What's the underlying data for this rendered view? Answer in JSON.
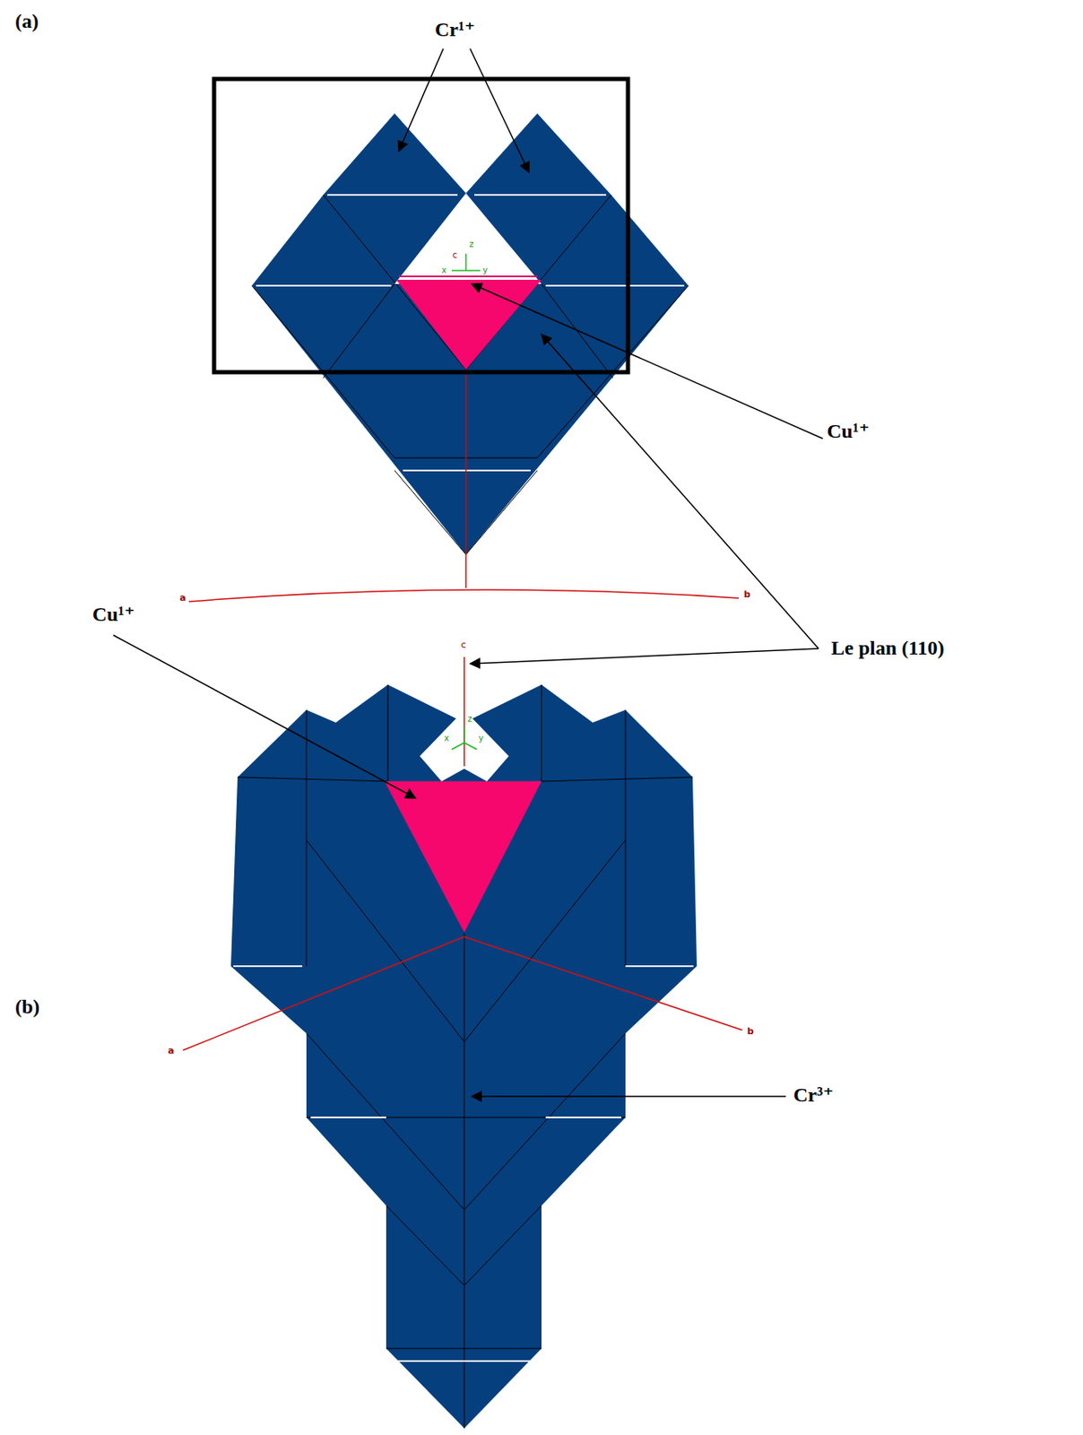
{
  "diagram": {
    "labels": [
      "(a)",
      "Cr¹⁺",
      "z",
      "x",
      "c",
      "y",
      "Cu¹⁺",
      "a",
      "b",
      "Le plan (110)",
      "c",
      "Cu¹⁺",
      "z",
      "x",
      "y",
      "(b)",
      "a",
      "b",
      "Cr³⁺"
    ]
  }
}
